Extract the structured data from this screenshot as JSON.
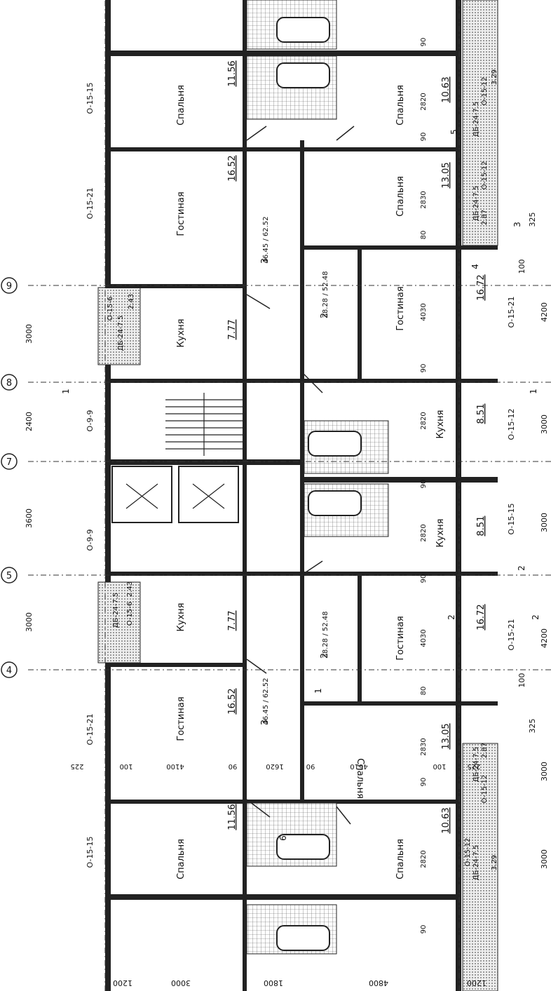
{
  "rooms": {
    "bedroom_tl": {
      "label": "Спальня",
      "area": "11.56"
    },
    "living_tl": {
      "label": "Гостиная",
      "area": "16.52"
    },
    "kitchen_tl": {
      "label": "Кухня",
      "area": "7.77"
    },
    "kitchen_bl": {
      "label": "Кухня",
      "area": "7.77"
    },
    "living_bl": {
      "label": "Гостиная",
      "area": "16.52"
    },
    "bedroom_bl": {
      "label": "Спальня",
      "area": "11.56"
    },
    "bedroom_tr1": {
      "label": "Спальня",
      "area": "10.63"
    },
    "bedroom_tr2": {
      "label": "Спальня",
      "area": "13.05"
    },
    "living_tr": {
      "label": "Гостиная",
      "area": "16.72"
    },
    "kitchen_tr": {
      "label": "Кухня",
      "area": "8.51"
    },
    "kitchen_br": {
      "label": "Кухня",
      "area": "8.51"
    },
    "living_br": {
      "label": "Гостиная",
      "area": "16.72"
    },
    "bedroom_mid": {
      "label": "Спальня",
      "area": "13.05"
    },
    "bedroom_br": {
      "label": "Спальня",
      "area": "10.63"
    }
  },
  "apartments": {
    "apt_top_3": {
      "rooms": "3",
      "areas": "46.45 / 62.52"
    },
    "apt_top_2": {
      "rooms": "2",
      "areas": "38.28 / 52.48"
    },
    "apt_bot_2": {
      "rooms": "2",
      "areas": "38.28 / 52.48"
    },
    "apt_bot_3": {
      "rooms": "3",
      "areas": "46.45 / 62.52"
    }
  },
  "axes": [
    "9",
    "8",
    "7",
    "5",
    "4"
  ],
  "axis_spans": [
    "3000",
    "2400",
    "3600",
    "3000"
  ],
  "left_depths": [
    "1200",
    "3000",
    "1800",
    "4800",
    "1200"
  ],
  "windows_left": [
    "O-15-15",
    "O-15-21",
    "O-9-9",
    "O-9-9",
    "O-15-21",
    "O-15-15"
  ],
  "windows_right": [
    "O-15-21",
    "O-15-12",
    "O-15-15",
    "O-15-21"
  ],
  "balcony_tags": {
    "b1_a": "ДБ-24-7.5",
    "b1_b": "O-15-12",
    "b1_c": "3.29",
    "b2_a": "ДБ-24-7.5",
    "b2_b": "2.87",
    "b2_c": "O-15-12",
    "b3_a": "ДБ-24-7.5",
    "b3_b": "O-15-12",
    "b3_c": "2.87",
    "b4_a": "ДБ-24-7.5",
    "b4_b": "O-15-12",
    "b4_c": "3.29",
    "l1_a": "ДБ-24-7.5",
    "l1_b": "O-15-6",
    "l1_c": "2.43",
    "l2_a": "ДБ-24-7.5",
    "l2_b": "O-15-6",
    "l2_c": "2.43"
  },
  "dims_right": [
    "4200",
    "3000",
    "3000",
    "4200",
    "3000",
    "3000"
  ],
  "dims_right_small": [
    "325",
    "100",
    "325",
    "100"
  ],
  "dims_inner": {
    "a": "90",
    "b": "2820",
    "c": "90",
    "d": "2830",
    "e": "80",
    "f": "4030",
    "g": "90",
    "h": "2820",
    "i": "90",
    "j": "2820",
    "k": "90",
    "l": "4030",
    "m": "80",
    "n": "2830",
    "o": "90",
    "p": "2820",
    "q": "90",
    "r": "225",
    "s": "100",
    "t": "4100",
    "u": "90",
    "v": "1620",
    "w": "90",
    "x": "4610",
    "y": "100",
    "z": "225"
  },
  "section_marks": [
    "1",
    "1",
    "2",
    "2"
  ],
  "callouts": [
    "1",
    "2",
    "3",
    "4",
    "5",
    "6"
  ]
}
